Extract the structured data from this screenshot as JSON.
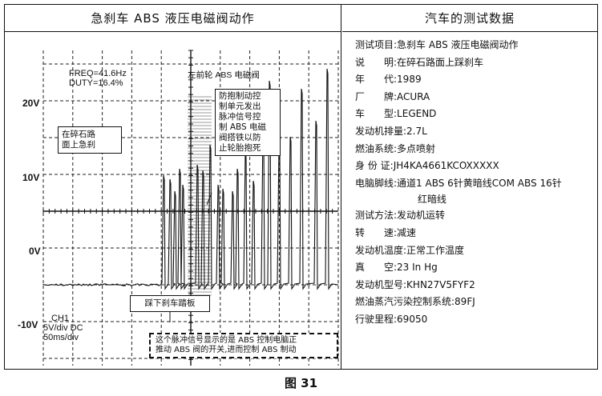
{
  "left_panel": {
    "title": "急刹车 ABS 液压电磁阀动作",
    "scope": {
      "y_axis_labels": [
        "20V",
        "10V",
        "0V",
        "-10V"
      ],
      "freq": "FREQ=41.6Hz",
      "duty": "DUTY=16.4%",
      "channel_label": "左前轮 ABS 电磁阀",
      "ch_settings": [
        "CH1",
        "5V/div DC",
        "50ms/div"
      ],
      "callout_road": [
        "在碎石路",
        "面上急刹"
      ],
      "callout_abs": [
        "防抱制动控",
        "制单元发出",
        "脉冲信号控",
        "制 ABS 电磁",
        "阀搭铁以防",
        "止轮胎抱死"
      ],
      "callout_brake": "踩下刹车踏板",
      "callout_pulse": [
        "这个脉冲信号显示的是 ABS 控制电脑正",
        "推动 ABS 阀的开关,进而控制 ABS 制动"
      ]
    }
  },
  "right_panel": {
    "title": "汽车的测试数据",
    "items": [
      {
        "label": "测试项目:",
        "value": "急刹车 ABS 液压电磁阀动作"
      },
      {
        "label": "说　　明:",
        "value": "在碎石路面上踩刹车"
      },
      {
        "label": "年　　代:",
        "value": "1989"
      },
      {
        "label": "厂　　牌:",
        "value": "ACURA"
      },
      {
        "label": "车　　型:",
        "value": "LEGEND"
      },
      {
        "label": "发动机排量:",
        "value": "2.7L"
      },
      {
        "label": "燃油系统:",
        "value": "多点喷射"
      },
      {
        "label": "身 份 证:",
        "value": "JH4KA4661KCOXXXXX"
      },
      {
        "label": "电脑脚线:",
        "value": "通道1 ABS 6针黄暗线COM ABS 16针",
        "cont": "红暗线"
      },
      {
        "label": "测试方法:",
        "value": "发动机运转"
      },
      {
        "label": "转　　速:",
        "value": "减速"
      },
      {
        "label": "发动机温度:",
        "value": "正常工作温度"
      },
      {
        "label": "真　　空:",
        "value": "23 In Hg"
      },
      {
        "label": "发动机型号:",
        "value": "KHN27V5FYF2"
      },
      {
        "label": "燃油蒸汽污染控制系统:",
        "value": "89FJ"
      },
      {
        "label": "行驶里程:",
        "value": "69050"
      }
    ]
  },
  "caption": "图 31"
}
